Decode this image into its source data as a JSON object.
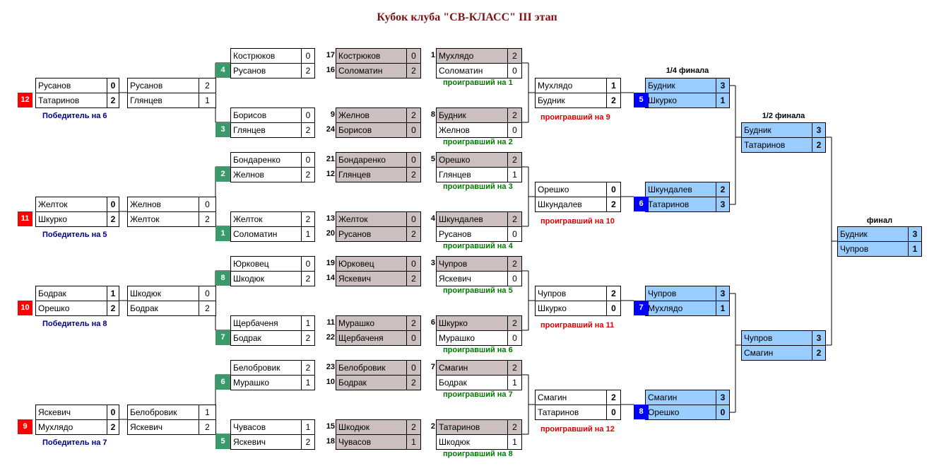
{
  "title": "Кубок клуба \"СВ-КЛАСС\" III этап",
  "colors": {
    "title": "#7a1414",
    "loser_bg": "#cbbfbf",
    "final_bg": "#99ccff",
    "seed_red": "#ff0000",
    "seed_green": "#3a9a6a",
    "seed_blue": "#0000ff",
    "note_navy": "#000080",
    "note_green": "#007a00",
    "note_red": "#e00000"
  },
  "r1": [
    {
      "seed": "12",
      "winner_note": "Победитель на 6",
      "p1": "Русанов",
      "s1": "0",
      "p2": "Татаринов",
      "s2": "2"
    },
    {
      "seed": "11",
      "winner_note": "Победитель на 5",
      "p1": "Желток",
      "s1": "0",
      "p2": "Шкурко",
      "s2": "2"
    },
    {
      "seed": "10",
      "winner_note": "Победитель на 8",
      "p1": "Бодрак",
      "s1": "1",
      "p2": "Орешко",
      "s2": "2"
    },
    {
      "seed": "9",
      "winner_note": "Победитель на 7",
      "p1": "Яскевич",
      "s1": "0",
      "p2": "Мухлядо",
      "s2": "2"
    }
  ],
  "r1b": [
    {
      "p1": "Русанов",
      "s1": "2",
      "p2": "Глянцев",
      "s2": "1"
    },
    {
      "p1": "Желнов",
      "s1": "0",
      "p2": "Желток",
      "s2": "2"
    },
    {
      "p1": "Шкодюк",
      "s1": "0",
      "p2": "Бодрак",
      "s2": "2"
    },
    {
      "p1": "Белобровик",
      "s1": "1",
      "p2": "Яскевич",
      "s2": "2"
    }
  ],
  "wb": [
    {
      "seed": "4",
      "p1": "Кострюков",
      "s1": "0",
      "p2": "Русанов",
      "s2": "2"
    },
    {
      "seed": "3",
      "p1": "Борисов",
      "s1": "0",
      "p2": "Глянцев",
      "s2": "2"
    },
    {
      "seed": "2",
      "p1": "Бондаренко",
      "s1": "0",
      "p2": "Желнов",
      "s2": "2"
    },
    {
      "seed": "1",
      "p1": "Желток",
      "s1": "2",
      "p2": "Соломатин",
      "s2": "1"
    },
    {
      "seed": "8",
      "p1": "Юрковец",
      "s1": "0",
      "p2": "Шкодюк",
      "s2": "2"
    },
    {
      "seed": "7",
      "p1": "Щербаченя",
      "s1": "1",
      "p2": "Бодрак",
      "s2": "2"
    },
    {
      "seed": "6",
      "p1": "Белобровик",
      "s1": "2",
      "p2": "Мурашко",
      "s2": "1"
    },
    {
      "seed": "5",
      "p1": "Чувасов",
      "s1": "1",
      "p2": "Яскевич",
      "s2": "2"
    }
  ],
  "lb": [
    {
      "n1": "17",
      "p1": "Кострюков",
      "s1": "0",
      "n2": "16",
      "p2": "Соломатин",
      "s2": "2"
    },
    {
      "n1": "9",
      "p1": "Желнов",
      "s1": "2",
      "n2": "24",
      "p2": "Борисов",
      "s2": "0"
    },
    {
      "n1": "21",
      "p1": "Бондаренко",
      "s1": "0",
      "n2": "12",
      "p2": "Глянцев",
      "s2": "2"
    },
    {
      "n1": "13",
      "p1": "Желток",
      "s1": "0",
      "n2": "20",
      "p2": "Русанов",
      "s2": "2"
    },
    {
      "n1": "19",
      "p1": "Юрковец",
      "s1": "0",
      "n2": "14",
      "p2": "Яскевич",
      "s2": "2"
    },
    {
      "n1": "11",
      "p1": "Мурашко",
      "s1": "2",
      "n2": "22",
      "p2": "Щербаченя",
      "s2": "0"
    },
    {
      "n1": "23",
      "p1": "Белобровик",
      "s1": "0",
      "n2": "10",
      "p2": "Бодрак",
      "s2": "2"
    },
    {
      "n1": "15",
      "p1": "Шкодюк",
      "s1": "2",
      "n2": "18",
      "p2": "Чувасов",
      "s2": "1"
    }
  ],
  "r3": [
    {
      "n1": "1",
      "p1": "Мухлядо",
      "s1": "2",
      "p2": "Соломатин",
      "s2": "0",
      "note": "проигравший на 1"
    },
    {
      "n1": "8",
      "p1": "Будник",
      "s1": "2",
      "p2": "Желнов",
      "s2": "0",
      "note": "проигравший на 2"
    },
    {
      "n1": "5",
      "p1": "Орешко",
      "s1": "2",
      "p2": "Глянцев",
      "s2": "1",
      "note": "проигравший на 3"
    },
    {
      "n1": "4",
      "p1": "Шкундалев",
      "s1": "2",
      "p2": "Русанов",
      "s2": "0",
      "note": "проигравший на 4"
    },
    {
      "n1": "3",
      "p1": "Чупров",
      "s1": "2",
      "p2": "Яскевич",
      "s2": "0",
      "note": "проигравший на 5"
    },
    {
      "n1": "6",
      "p1": "Шкурко",
      "s1": "2",
      "p2": "Мурашко",
      "s2": "0",
      "note": "проигравший на 6"
    },
    {
      "n1": "7",
      "p1": "Смагин",
      "s1": "2",
      "p2": "Бодрак",
      "s2": "1",
      "note": "проигравший на 7"
    },
    {
      "n1": "2",
      "p1": "Татаринов",
      "s1": "2",
      "p2": "Шкодюк",
      "s2": "1",
      "note": "проигравший на 8"
    }
  ],
  "r4": [
    {
      "p1": "Мухлядо",
      "s1": "1",
      "p2": "Будник",
      "s2": "2",
      "note": "проигравший на 9"
    },
    {
      "p1": "Орешко",
      "s1": "0",
      "p2": "Шкундалев",
      "s2": "2",
      "note": "проигравший на 10"
    },
    {
      "p1": "Чупров",
      "s1": "2",
      "p2": "Шкурко",
      "s2": "0",
      "note": "проигравший на 11"
    },
    {
      "p1": "Смагин",
      "s1": "2",
      "p2": "Татаринов",
      "s2": "0",
      "note": "проигравший на 12"
    }
  ],
  "qf_label": "1/4 финала",
  "qf": [
    {
      "seed": "5",
      "p1": "Будник",
      "s1": "3",
      "p2": "Шкурко",
      "s2": "1"
    },
    {
      "seed": "6",
      "p1": "Шкундалев",
      "s1": "2",
      "p2": "Татаринов",
      "s2": "3"
    },
    {
      "seed": "7",
      "p1": "Чупров",
      "s1": "3",
      "p2": "Мухлядо",
      "s2": "1"
    },
    {
      "seed": "8",
      "p1": "Смагин",
      "s1": "3",
      "p2": "Орешко",
      "s2": "0"
    }
  ],
  "sf_label": "1/2 финала",
  "sf": [
    {
      "p1": "Будник",
      "s1": "3",
      "p2": "Татаринов",
      "s2": "2"
    },
    {
      "p1": "Чупров",
      "s1": "3",
      "p2": "Смагин",
      "s2": "2"
    }
  ],
  "final_label": "финал",
  "final": {
    "p1": "Будник",
    "s1": "3",
    "p2": "Чупров",
    "s2": "1"
  }
}
